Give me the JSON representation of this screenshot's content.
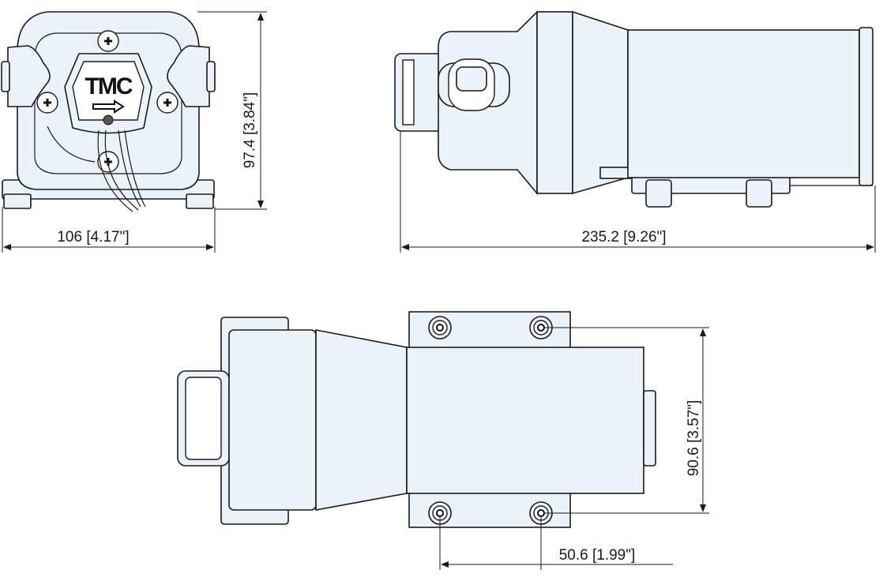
{
  "logo": "TMC",
  "front_view": {
    "height_dim": "97.4 [3.84\"]",
    "width_dim": "106 [4.17\"]"
  },
  "side_view": {
    "length_dim": "235.2 [9.26\"]"
  },
  "top_view": {
    "mount_width_dim": "90.6 [3.57\"]",
    "mount_length_dim": "50.6 [1.99\"]"
  },
  "colors": {
    "fill": "#ebf2fa",
    "line": "#1a1a1a"
  }
}
